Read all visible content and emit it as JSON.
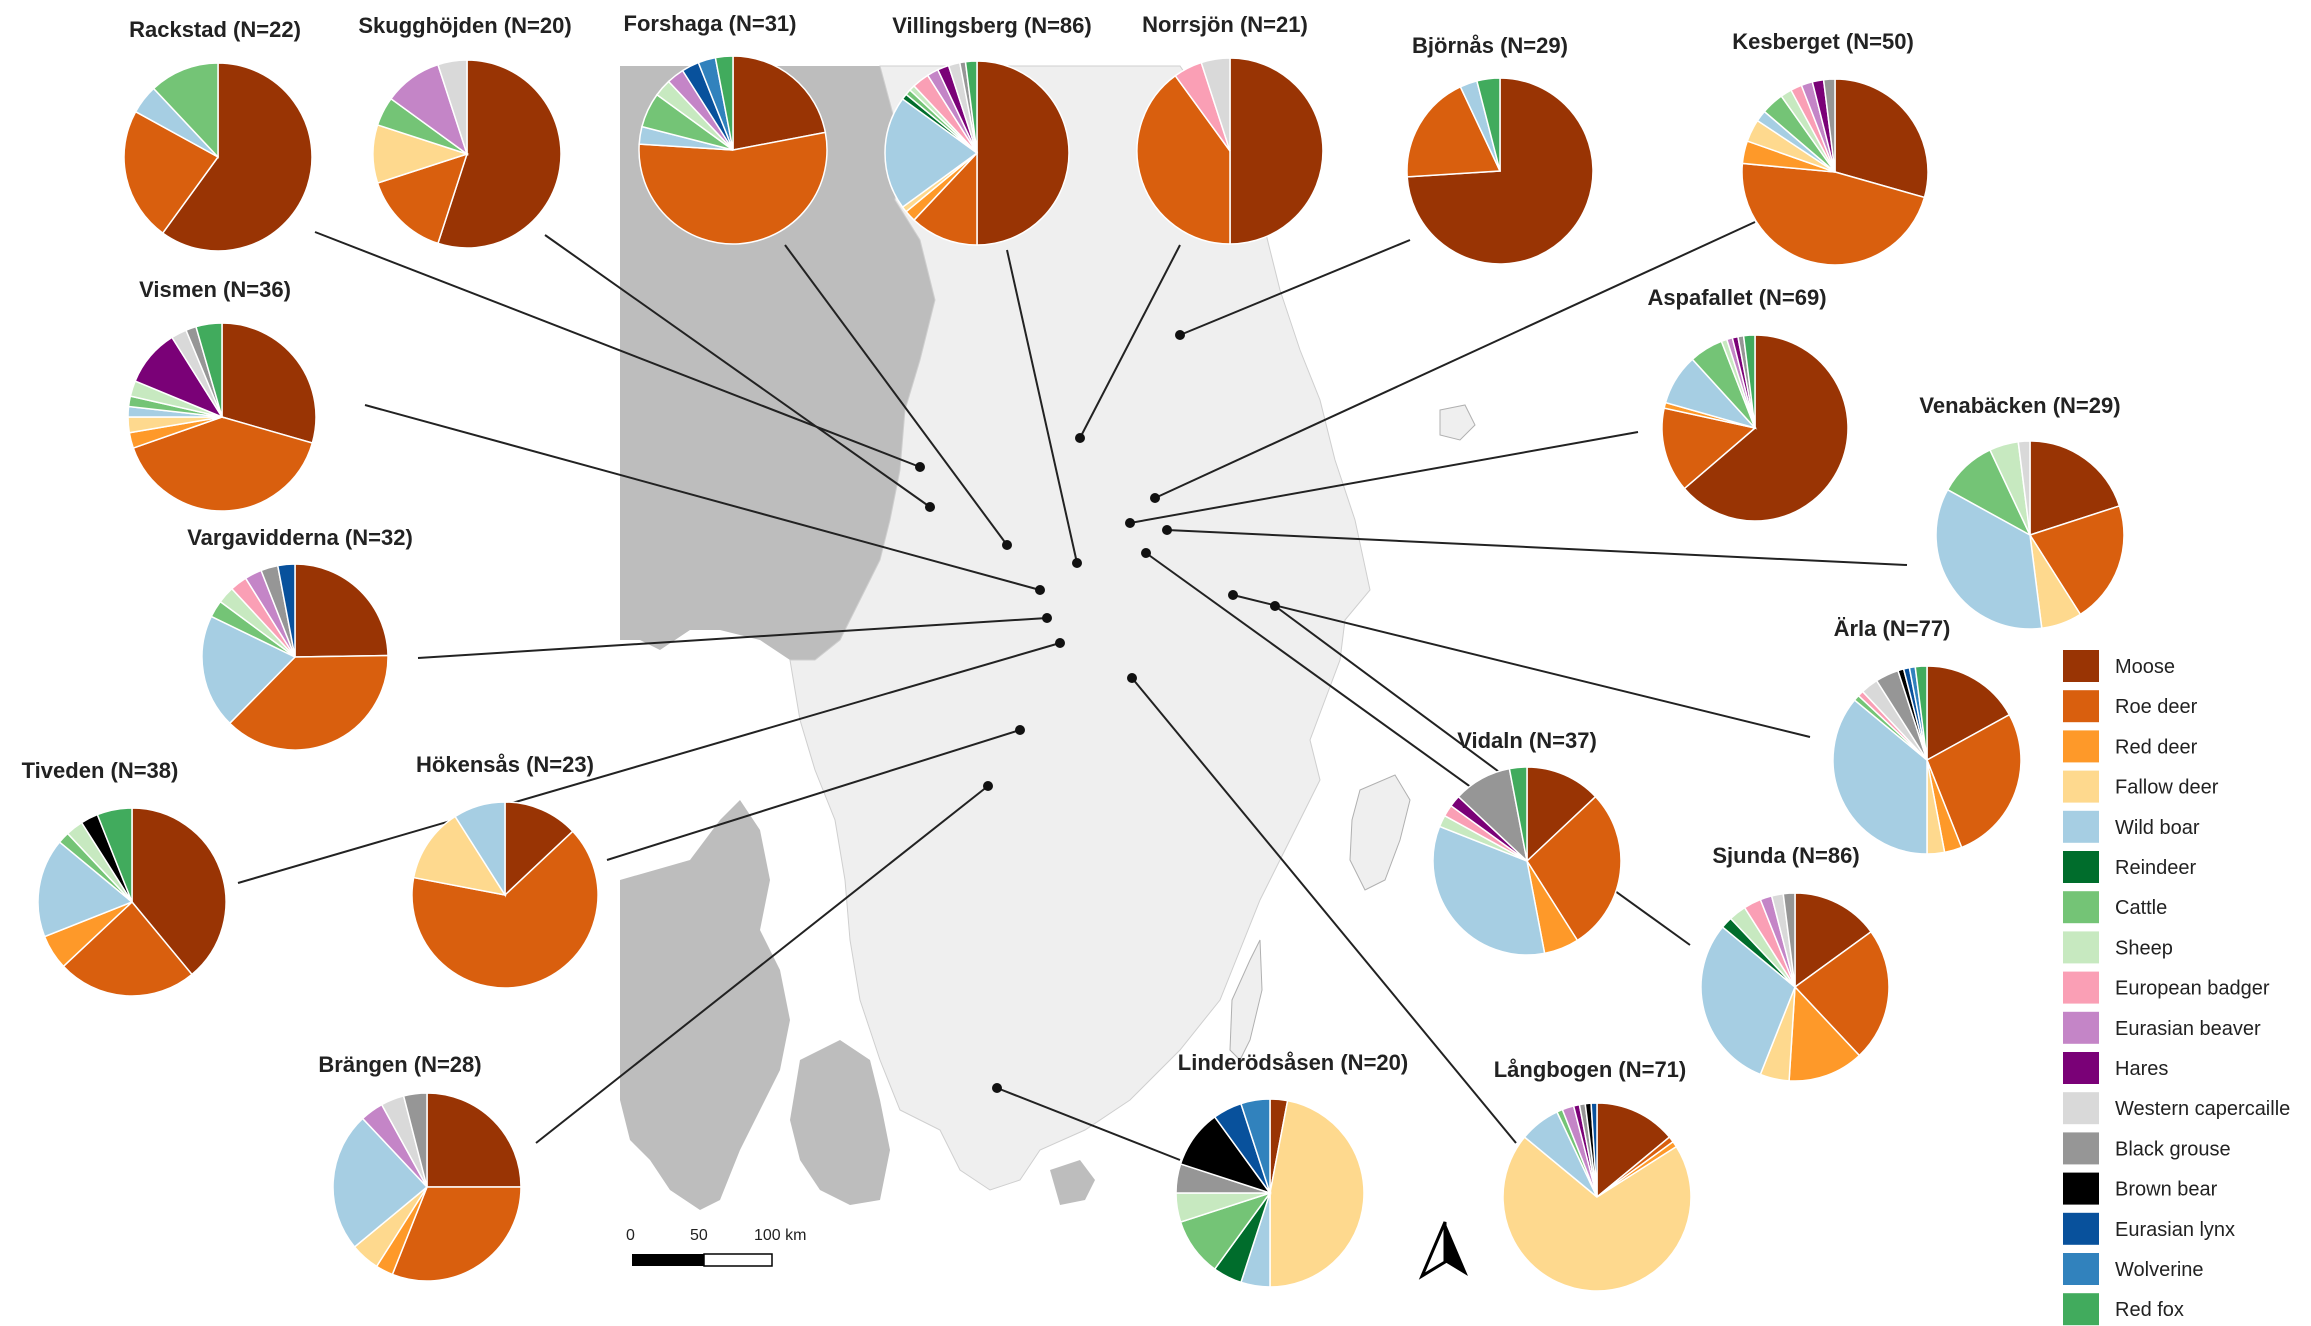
{
  "chart_data": {
    "type": "pie",
    "categories": [
      "Moose",
      "Roe deer",
      "Red deer",
      "Fallow deer",
      "Wild boar",
      "Reindeer",
      "Cattle",
      "Sheep",
      "European badger",
      "Eurasian beaver",
      "Hares",
      "Western capercaille",
      "Black grouse",
      "Brown bear",
      "Eurasian lynx",
      "Wolverine",
      "Red fox"
    ],
    "colors": [
      "#993404",
      "#d95f0e",
      "#fe9929",
      "#fed98e",
      "#a6cee3",
      "#006d2c",
      "#74c476",
      "#c7e9c0",
      "#fa9fb5",
      "#c485c7",
      "#7a0177",
      "#d9d9d9",
      "#969696",
      "#000000",
      "#08519c",
      "#3182bd",
      "#41ab5d"
    ],
    "legend_position": "bottom-right",
    "scale_bar": {
      "labels": [
        "0",
        "50",
        "100 km"
      ]
    },
    "north_arrow": true,
    "pies": [
      {
        "site": "Rackstad",
        "label": "Rackstad (N=22)",
        "values": [
          0.6,
          0.23,
          0,
          0,
          0.05,
          0,
          0.12,
          0,
          0,
          0,
          0,
          0,
          0,
          0,
          0,
          0,
          0
        ]
      },
      {
        "site": "Skugghöjden",
        "label": "Skugghöjden (N=20)",
        "values": [
          0.55,
          0.15,
          0,
          0.1,
          0,
          0,
          0.05,
          0,
          0,
          0.1,
          0,
          0.05,
          0,
          0,
          0,
          0,
          0
        ]
      },
      {
        "site": "Forshaga",
        "label": "Forshaga (N=31)",
        "values": [
          0.22,
          0.54,
          0,
          0,
          0.03,
          0,
          0.06,
          0.03,
          0,
          0.03,
          0,
          0,
          0,
          0,
          0.03,
          0.03,
          0.03
        ]
      },
      {
        "site": "Villingsberg",
        "label": "Villingsberg (N=86)",
        "values": [
          0.5,
          0.12,
          0.02,
          0.01,
          0.2,
          0.01,
          0.01,
          0.01,
          0.03,
          0.02,
          0.02,
          0.02,
          0.01,
          0,
          0,
          0,
          0.02
        ]
      },
      {
        "site": "Norrsjön",
        "label": "Norrsjön (N=21)",
        "values": [
          0.5,
          0.4,
          0,
          0,
          0,
          0,
          0,
          0,
          0.05,
          0,
          0,
          0.05,
          0,
          0,
          0,
          0,
          0
        ]
      },
      {
        "site": "Björnås",
        "label": "Björnås (N=29)",
        "values": [
          0.74,
          0.19,
          0,
          0,
          0.03,
          0,
          0,
          0,
          0,
          0,
          0,
          0,
          0,
          0,
          0,
          0,
          0.04
        ]
      },
      {
        "site": "Kesberget",
        "label": "Kesberget (N=50)",
        "values": [
          0.3,
          0.48,
          0.04,
          0.04,
          0.02,
          0,
          0.04,
          0.02,
          0.02,
          0.02,
          0.02,
          0,
          0.02,
          0,
          0,
          0,
          0
        ]
      },
      {
        "site": "Vismen",
        "label": "Vismen (N=36)",
        "values": [
          0.33,
          0.45,
          0.03,
          0.03,
          0.02,
          0,
          0.02,
          0.03,
          0,
          0,
          0.11,
          0.03,
          0.02,
          0,
          0,
          0,
          0.05
        ]
      },
      {
        "site": "Aspafallet",
        "label": "Aspafallet (N=69)",
        "values": [
          0.65,
          0.15,
          0.01,
          0,
          0.09,
          0,
          0.06,
          0.01,
          0,
          0.01,
          0.01,
          0,
          0.01,
          0,
          0,
          0,
          0.02
        ]
      },
      {
        "site": "Venabäcken",
        "label": "Venabäcken (N=29)",
        "values": [
          0.2,
          0.21,
          0,
          0.07,
          0.35,
          0,
          0.1,
          0.05,
          0,
          0,
          0,
          0.02,
          0,
          0,
          0,
          0,
          0
        ]
      },
      {
        "site": "Vargavidderna",
        "label": "Vargavidderna (N=32)",
        "values": [
          0.25,
          0.38,
          0,
          0,
          0.2,
          0,
          0.03,
          0.03,
          0.03,
          0.03,
          0,
          0,
          0.03,
          0,
          0.03,
          0,
          0
        ]
      },
      {
        "site": "Ärla",
        "label": "Ärla (N=77)",
        "values": [
          0.17,
          0.27,
          0.03,
          0.03,
          0.36,
          0,
          0.01,
          0,
          0.01,
          0,
          0,
          0.03,
          0.04,
          0.01,
          0.01,
          0.01,
          0.02
        ]
      },
      {
        "site": "Vidaln",
        "label": "Vidaln (N=37)",
        "values": [
          0.13,
          0.28,
          0.06,
          0,
          0.34,
          0,
          0,
          0.02,
          0.02,
          0,
          0.02,
          0,
          0.1,
          0,
          0,
          0,
          0.03
        ]
      },
      {
        "site": "Tiveden",
        "label": "Tiveden (N=38)",
        "values": [
          0.39,
          0.24,
          0.06,
          0,
          0.17,
          0,
          0.02,
          0.03,
          0,
          0,
          0,
          0,
          0,
          0.03,
          0,
          0,
          0.06
        ]
      },
      {
        "site": "Hökensås",
        "label": "Hökensås (N=23)",
        "values": [
          0.13,
          0.65,
          0,
          0.13,
          0.09,
          0,
          0,
          0,
          0,
          0,
          0,
          0,
          0,
          0,
          0,
          0,
          0
        ]
      },
      {
        "site": "Sjunda",
        "label": "Sjunda (N=86)",
        "values": [
          0.15,
          0.23,
          0.13,
          0.05,
          0.3,
          0.02,
          0,
          0.03,
          0.03,
          0.02,
          0,
          0.02,
          0.02,
          0,
          0,
          0,
          0
        ]
      },
      {
        "site": "Brängen",
        "label": "Brängen (N=28)",
        "values": [
          0.25,
          0.31,
          0.03,
          0.05,
          0.24,
          0,
          0,
          0,
          0,
          0.04,
          0,
          0.04,
          0.04,
          0,
          0,
          0,
          0
        ]
      },
      {
        "site": "Linderödsåsen",
        "label": "Linderödsåsen (N=20)",
        "values": [
          0.03,
          0,
          0,
          0.47,
          0.05,
          0.05,
          0.1,
          0.05,
          0,
          0,
          0,
          0,
          0.05,
          0.1,
          0.05,
          0.05,
          0.0
        ]
      },
      {
        "site": "Långbogen",
        "label": "Långbogen (N=71)",
        "values": [
          0.14,
          0.01,
          0.01,
          0.7,
          0.07,
          0,
          0.01,
          0,
          0,
          0.02,
          0.01,
          0,
          0.01,
          0.01,
          0.01,
          0,
          0.0
        ]
      }
    ]
  }
}
